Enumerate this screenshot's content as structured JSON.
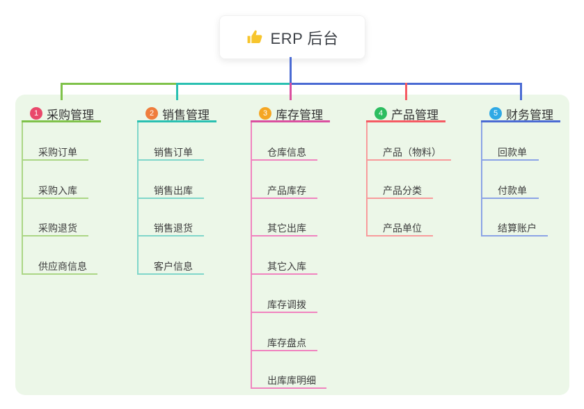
{
  "root": {
    "title": "ERP 后台",
    "icon": "thumbs-up-icon",
    "icon_color": "#f7c52d"
  },
  "panel": {
    "background_color": "#ecf7e8"
  },
  "trunk": {
    "color": "#4a6ad3"
  },
  "branches": [
    {
      "number": "1",
      "label": "采购管理",
      "badge_color": "#e9486b",
      "line_color": "#7fc24a",
      "child_line_color": "#abd685",
      "children": [
        "采购订单",
        "采购入库",
        "采购退货",
        "供应商信息"
      ]
    },
    {
      "number": "2",
      "label": "销售管理",
      "badge_color": "#ef7d3d",
      "line_color": "#29c0b1",
      "child_line_color": "#7fd6ca",
      "children": [
        "销售订单",
        "销售出库",
        "销售退货",
        "客户信息"
      ]
    },
    {
      "number": "3",
      "label": "库存管理",
      "badge_color": "#f5a623",
      "line_color": "#da4f9f",
      "child_line_color": "#f083bf",
      "children": [
        "仓库信息",
        "产品库存",
        "其它出库",
        "其它入库",
        "库存调拨",
        "库存盘点",
        "出库库明细"
      ]
    },
    {
      "number": "4",
      "label": "产品管理",
      "badge_color": "#2cbd60",
      "line_color": "#f55a63",
      "child_line_color": "#f89b9b",
      "children": [
        "产品（物料）",
        "产品分类",
        "产品单位"
      ]
    },
    {
      "number": "5",
      "label": "财务管理",
      "badge_color": "#2fa9e5",
      "line_color": "#4a6ad3",
      "child_line_color": "#8ba3e6",
      "children": [
        "回款单",
        "付款单",
        "结算账户"
      ]
    }
  ]
}
